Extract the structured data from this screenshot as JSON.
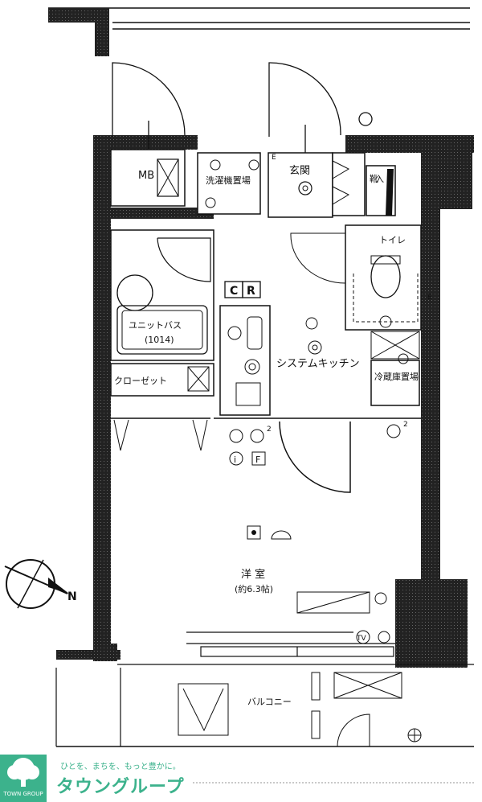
{
  "labels": {
    "mb": "MB",
    "laundry": "洗濯機置場",
    "entrance": "玄関",
    "shoe_box": "靴入",
    "toilet": "トイレ",
    "unit_bath": "ユニットバス",
    "unit_bath_size": "(1014)",
    "cr_c": "C",
    "cr_r": "R",
    "kitchen": "システムキッチン",
    "closet": "クローゼット",
    "fridge": "冷蔵庫置場",
    "western_room": "洋 室",
    "western_room_size": "(約6.3帖)",
    "balcony": "バルコニー",
    "info_i": "i",
    "info_f": "F",
    "sup_2": "2",
    "tv": "TV",
    "e_mark": "E",
    "north": "N"
  },
  "footer": {
    "logo_text": "TOWN GROUP",
    "tagline": "ひとを、まちを、もっと豊かに。",
    "brand": "タウングループ"
  },
  "colors": {
    "wall": "#1a1a1a",
    "brand_green": "#3cb28c"
  }
}
